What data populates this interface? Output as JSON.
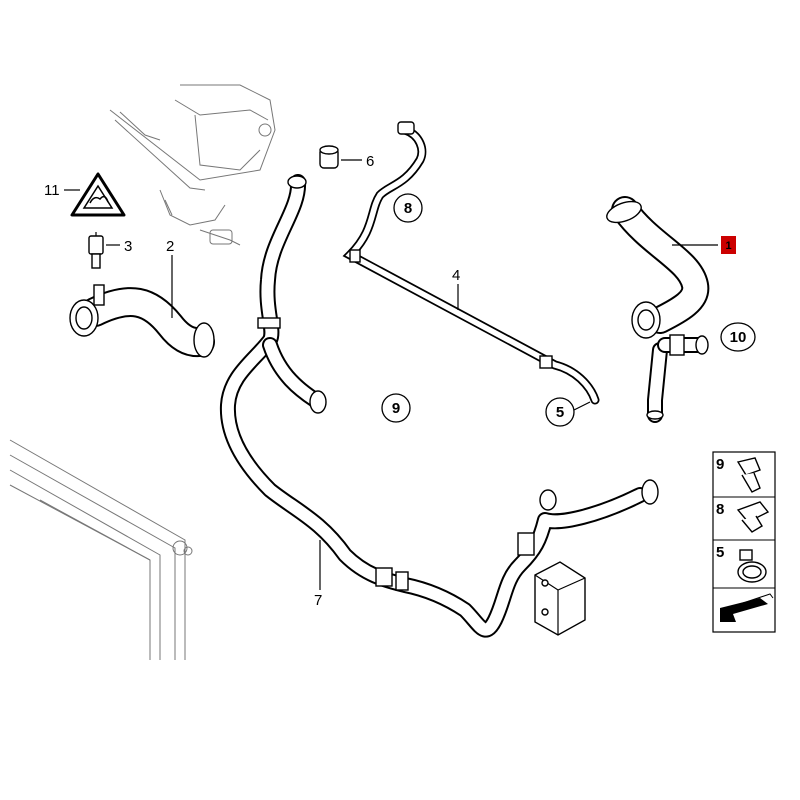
{
  "labels": {
    "l1": "1",
    "l2": "2",
    "l3": "3",
    "l4": "4",
    "l5": "5",
    "l6": "6",
    "l7": "7",
    "l8": "8",
    "l9": "9",
    "l10": "10",
    "l11": "11"
  },
  "legend": {
    "row_a": "9",
    "row_b": "8",
    "row_c": "5"
  },
  "colors": {
    "highlight": "#cc0000",
    "line": "#000000",
    "background": "#ffffff"
  }
}
